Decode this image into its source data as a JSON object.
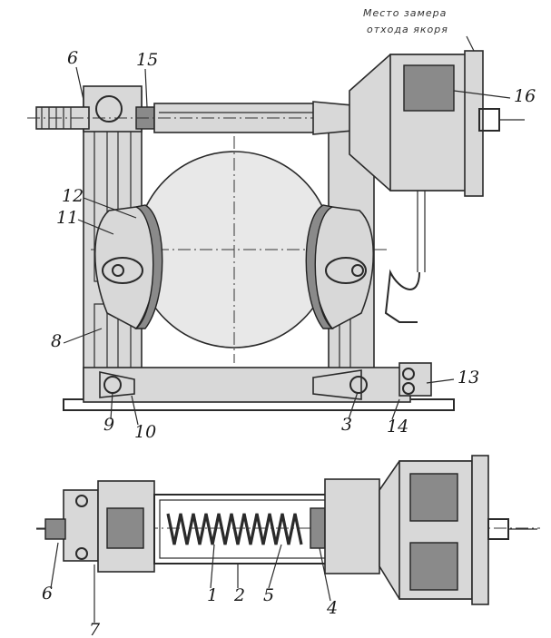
{
  "note": {
    "line1": "Место замера",
    "line2": "отхода якоря"
  },
  "labels": {
    "l1": "1",
    "l2": "2",
    "l3": "3",
    "l4": "4",
    "l5": "5",
    "l6": "6",
    "l6b": "6",
    "l7": "7",
    "l8": "8",
    "l9": "9",
    "l10": "10",
    "l11": "11",
    "l12": "12",
    "l13": "13",
    "l14": "14",
    "l15": "15",
    "l16": "16"
  }
}
